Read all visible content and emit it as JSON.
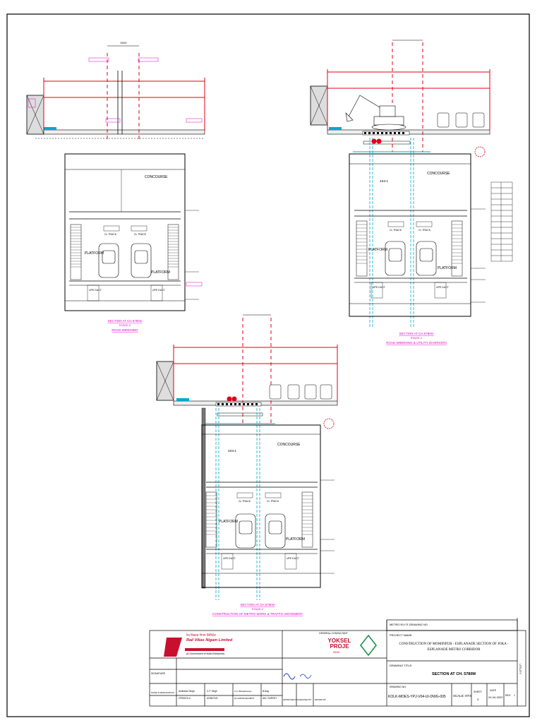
{
  "sections": [
    {
      "id": "a",
      "level_labels": [
        "CONCOURSE",
        "PLATFORM",
        "PLATFORM"
      ],
      "track_labels": [
        "CL TRACK",
        "CL TRACK"
      ],
      "duct_labels": [
        "UPE DUCT",
        "UPE DUCT"
      ],
      "caption": "SECTION AT CH.5780m",
      "caption_sub": "STAGE-0",
      "caption_title": "ROAD WIDENING"
    },
    {
      "id": "b",
      "level_labels": [
        "CONCOURSE",
        "PLATFORM",
        "PLATFORM"
      ],
      "track_labels": [
        "CL TRACK",
        "CL TRACK"
      ],
      "duct_labels": [
        "UPE DUCT",
        "UPE DUCT"
      ],
      "caption": "SECTION AT CH.5780m",
      "caption_sub": "STAGE-1",
      "caption_title": "ROAD WIDENING & UTILITY DIVERSION"
    },
    {
      "id": "c",
      "level_labels": [
        "CONCOURSE",
        "PLATFORM",
        "PLATFORM"
      ],
      "track_labels": [
        "CL TRACK",
        "CL TRACK"
      ],
      "duct_labels": [
        "UPE DUCT",
        "UPE DUCT"
      ],
      "caption": "SECTION AT CH.5780m",
      "caption_sub": "STAGE-2",
      "caption_title": "CONSTRUCTION OF METRO WORK & TRAFFIC MOVEMENT"
    }
  ],
  "title_block": {
    "client_name_hi": "रेल विकास निगम लिमिटेड",
    "client_name": "Rail Vikas Nigam Limited",
    "client_sub": "(A Government of India Enterprise)",
    "consultant_header": "GENERAL CONSULTANT",
    "consultant_name": "YOKSEL PROJE",
    "consultant_sub": "INDIA",
    "metro_drawing_no_label": "METRO RLY'S DRAWING NO",
    "project_label": "PROJECT NAME:",
    "project_line1": "CONSTRUCTION OF MOMINPUR - ESPLANADE SECTION OF JOKA -",
    "project_line2": "ESPLANADE METRO CORRIDOR",
    "drawing_title_label": "DRAWING TITLE:",
    "drawing_title": "SECTION AT CH. 5780M",
    "drawing_no_label": "DRAWING NO:",
    "drawing_no": "KOLK-MOES-YPJ-V04-UI-DWG-005",
    "scale": "SCALE: NTS",
    "sheet_label": "SHEET:",
    "sheet_value": "3",
    "date_label": "DATE",
    "date_value": "24-04-2022",
    "rev_label": "REV:",
    "rev_value": "1",
    "signature_label": "SIGNATURE",
    "name_label": "NAME & DESIGNATION",
    "persons": [
      {
        "name": "Amitrakar Singh",
        "designation": "CPM/KOL-II"
      },
      {
        "name": "C.P. Singh",
        "designation": "AGM/CIVIL"
      },
      {
        "name": "A.K. Bhattacharya",
        "designation": "Dy.GM/MOVE/UB/PT"
      },
      {
        "name": "B.Nag",
        "designation": "AM / SURVEY"
      }
    ],
    "roles": [
      "APPROVED BY",
      "CHECKED BY",
      "DRAWN BY"
    ],
    "side_text": "UTILITY"
  }
}
